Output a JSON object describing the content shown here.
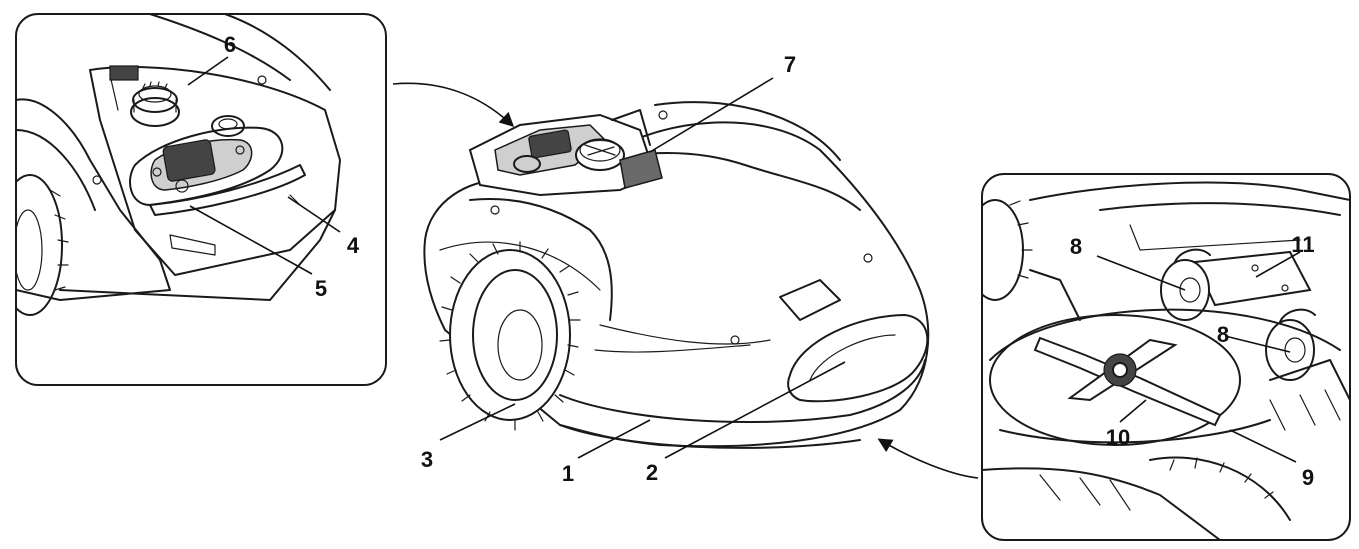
{
  "diagram": {
    "callouts": [
      {
        "id": "c1",
        "label": "1"
      },
      {
        "id": "c2",
        "label": "2"
      },
      {
        "id": "c3",
        "label": "3"
      },
      {
        "id": "c4",
        "label": "4"
      },
      {
        "id": "c5",
        "label": "5"
      },
      {
        "id": "c6",
        "label": "6"
      },
      {
        "id": "c7",
        "label": "7"
      },
      {
        "id": "c8a",
        "label": "8"
      },
      {
        "id": "c8b",
        "label": "8"
      },
      {
        "id": "c9",
        "label": "9"
      },
      {
        "id": "c10",
        "label": "10"
      },
      {
        "id": "c11",
        "label": "11"
      }
    ],
    "colors": {
      "ink": "#1a1a1a",
      "panel_shade": "#cfcfcf",
      "screen": "#444444",
      "background": "#ffffff"
    }
  }
}
